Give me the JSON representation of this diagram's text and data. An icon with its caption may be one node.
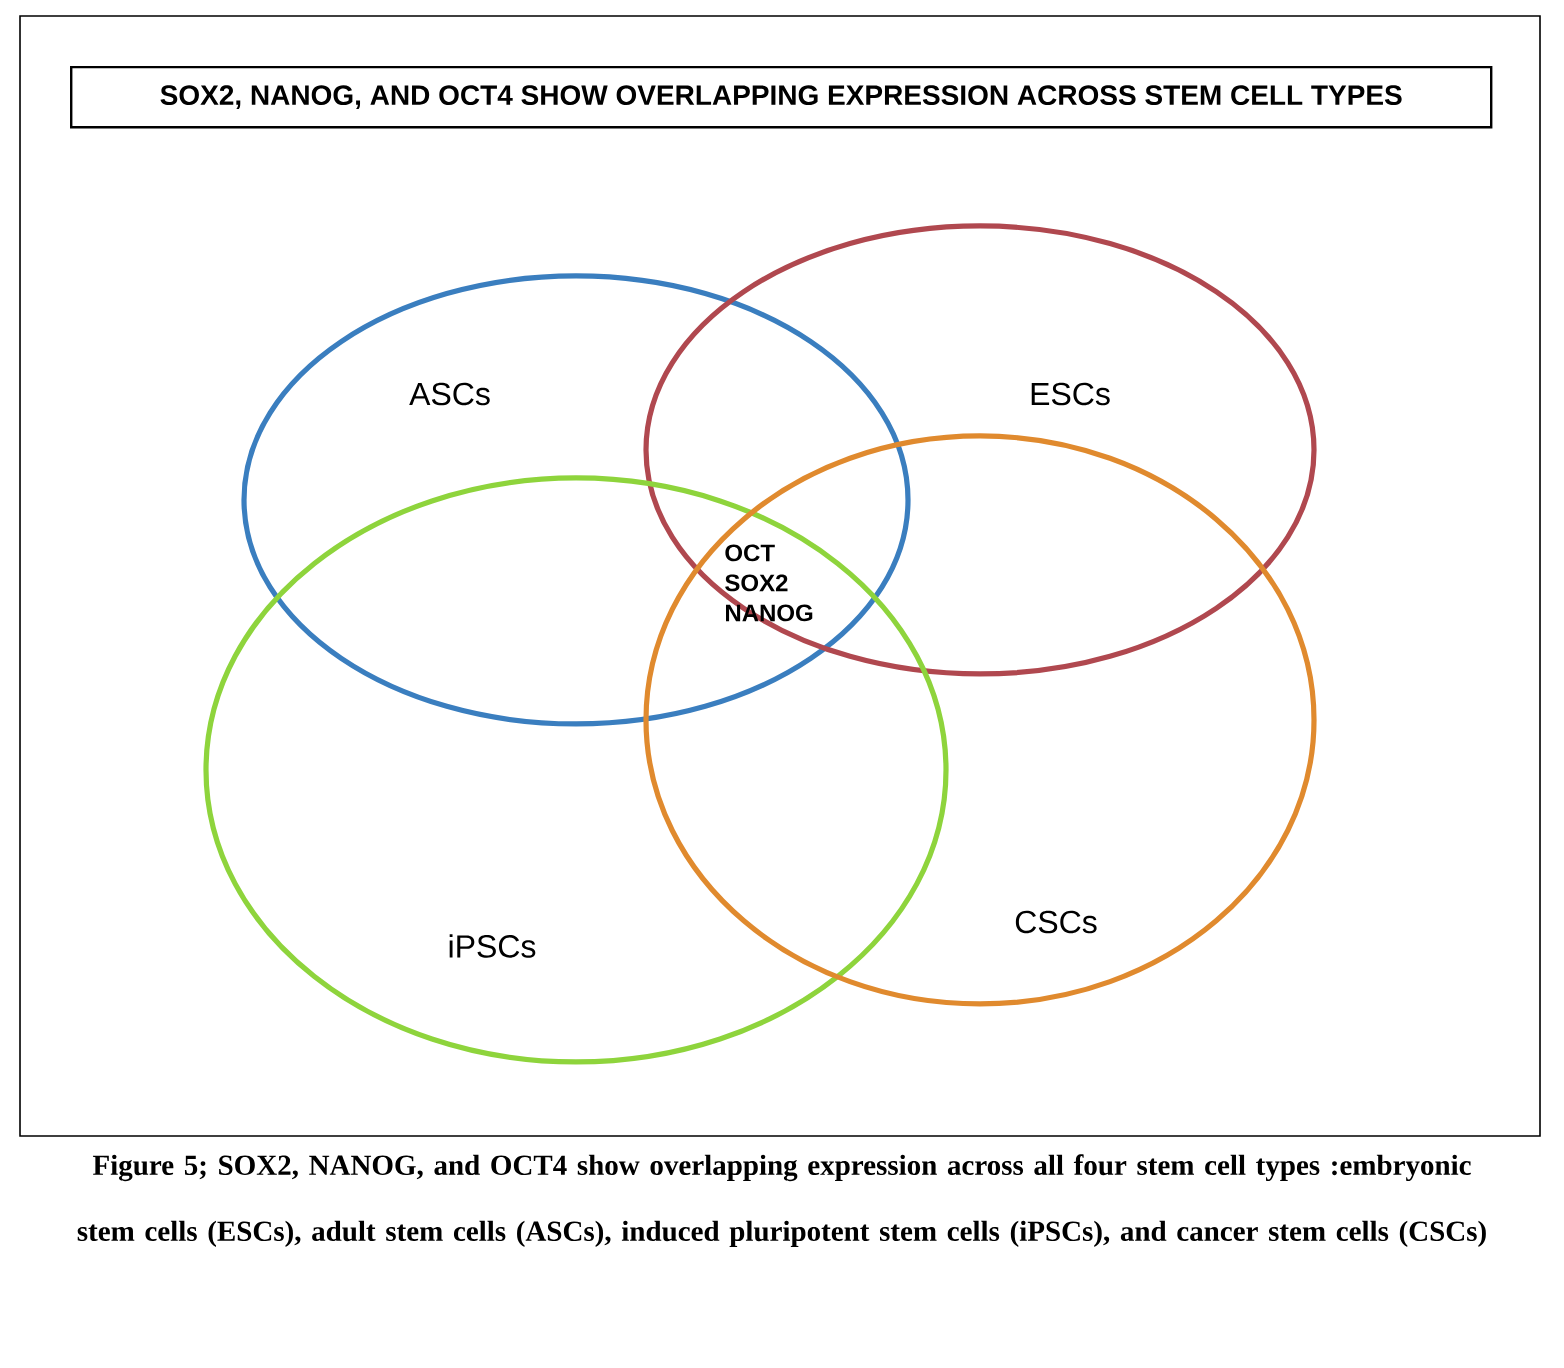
{
  "diagram": {
    "title": "SOX2, NANOG, AND OCT4 SHOW OVERLAPPING EXPRESSION ACROSS STEM CELL TYPES",
    "caption": "Figure 5; SOX2, NANOG, and OCT4 show overlapping expression across all four stem cell types :embryonic stem cells (ESCs), adult stem cells (ASCs), induced pluripotent stem cells (iPSCs), and cancer stem cells (CSCs)",
    "nodes": [
      {
        "text": [
          "ASCs"
        ]
      },
      {
        "text": [
          "ESCs"
        ]
      },
      {
        "text": [
          "iPSCs"
        ]
      },
      {
        "text": [
          "CSCs"
        ]
      }
    ],
    "labels": [
      "OCT SOX2 NANOG"
    ]
  }
}
